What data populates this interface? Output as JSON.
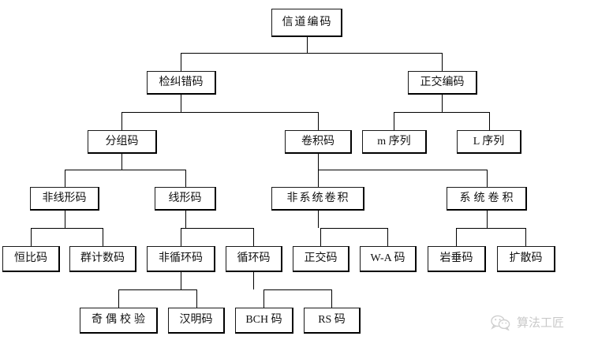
{
  "diagram": {
    "title": "信道编码",
    "nodes": {
      "root": "信道编码",
      "l2a": "检纠错码",
      "l2b": "正交编码",
      "l3a": "分组码",
      "l3b": "卷积码",
      "l3c": "m 序列",
      "l3d": "L 序列",
      "l4a": "非线形码",
      "l4b": "线形码",
      "l4c": "非系统卷积",
      "l4d": "系统卷积",
      "l5a": "恒比码",
      "l5b": "群计数码",
      "l5c": "非循环码",
      "l5d": "循环码",
      "l5e": "正交码",
      "l5f": "W-A 码",
      "l5g": "岩垂码",
      "l5h": "扩散码",
      "l6a": "奇偶校验",
      "l6b": "汉明码",
      "l6c": "BCH 码",
      "l6d": "RS 码"
    }
  },
  "watermark": {
    "label": "算法工匠",
    "icon": "wechat-icon",
    "color": "#c9c9c9"
  },
  "colors": {
    "line": "#000000",
    "box_border": "#1a1a1a",
    "background": "#ffffff",
    "text": "#111111"
  }
}
